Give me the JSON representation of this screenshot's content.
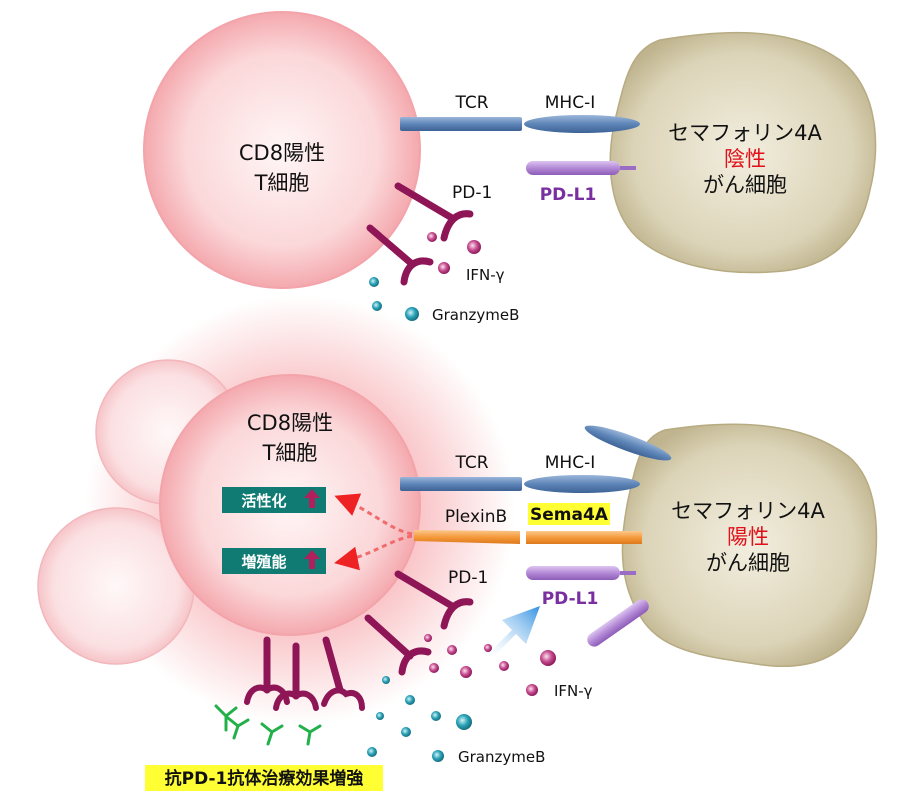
{
  "top_panel": {
    "tcell": {
      "line1": "CD8陽性",
      "line2": "T細胞"
    },
    "tcr": "TCR",
    "mhc": "MHC-I",
    "pd1": "PD-1",
    "pdl1": "PD-L1",
    "ifn": "IFN-γ",
    "granzyme": "GranzymeB",
    "cancer": {
      "line1": "セマフォリン4A",
      "status": "陰性",
      "line3": "がん細胞"
    }
  },
  "bottom_panel": {
    "tcell": {
      "line1": "CD8陽性",
      "line2": "T細胞"
    },
    "tcr": "TCR",
    "mhc": "MHC-I",
    "plexin": "PlexinB",
    "sema": "Sema4A",
    "pd1": "PD-1",
    "pdl1": "PD-L1",
    "ifn": "IFN-γ",
    "granzyme": "GranzymeB",
    "activation": "活性化",
    "proliferation": "増殖能",
    "cancer": {
      "line1": "セマフォリン4A",
      "status": "陽性",
      "line3": "がん細胞"
    },
    "caption": "抗PD-1抗体治療効果増強"
  },
  "colors": {
    "tcell_pink": "#f9c7ca",
    "cancer_tan": "#d8d0b4",
    "tcr_blue": "#5f86b8",
    "pd_purple": "#b48ad6",
    "pd1_magenta": "#8e1556",
    "orange": "#f59a3c",
    "teal_box": "#0f7b73",
    "antibody_green": "#22b04a",
    "highlight_yellow": "#ffff33",
    "status_red": "#e0101a"
  },
  "icons": {
    "up_arrow": "arrow-up-icon",
    "dashed_arrow": "dashed-arrow-icon",
    "big_arrow": "blue-arrow-icon"
  }
}
